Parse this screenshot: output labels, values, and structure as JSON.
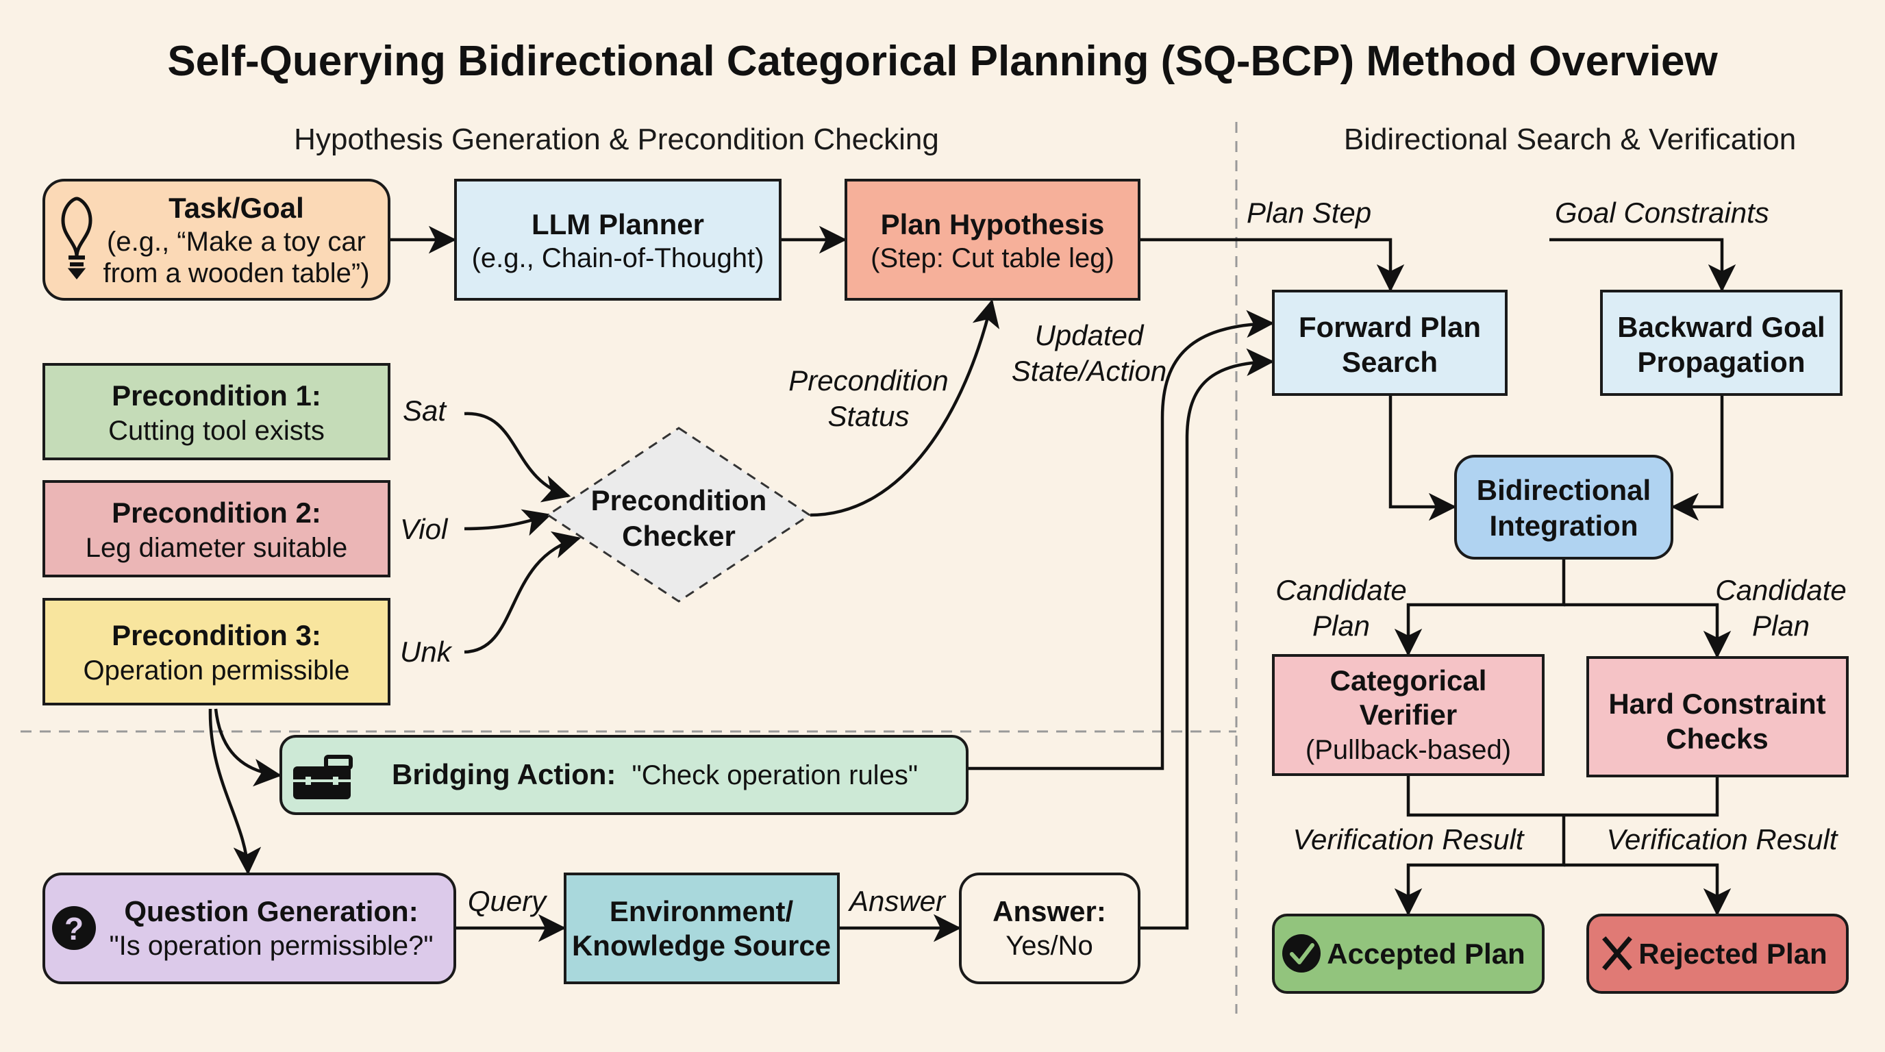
{
  "title": "Self-Querying Bidirectional Categorical Planning (SQ-BCP) Method Overview",
  "sections": {
    "left": "Hypothesis Generation & Precondition Checking",
    "right": "Bidirectional Search & Verification"
  },
  "colors": {
    "background": "#faf2e6",
    "task": "#fbd9b6",
    "planner": "#dcedf6",
    "hypothesis": "#f6b09a",
    "precondition1": "#c5dcb8",
    "precondition2": "#ebb6b6",
    "precondition3": "#f8e59e",
    "checker": "#ebebeb",
    "bridging": "#cde9d6",
    "question": "#dccaea",
    "environment": "#a9d8dc",
    "answer": "#faf2e6",
    "search": "#dcedf6",
    "integration": "#b0d3f1",
    "verifier": "#f5c3c6",
    "accepted": "#92c47d",
    "rejected": "#e07a75"
  },
  "nodes": {
    "task": {
      "title": "Task/Goal",
      "line1": "(e.g., “Make a toy car",
      "line2": "from a wooden table”)",
      "icon": "lightbulb-icon"
    },
    "planner": {
      "title": "LLM Planner",
      "subtitle": "(e.g., Chain-of-Thought)"
    },
    "hypothesis": {
      "title": "Plan Hypothesis",
      "subtitle": "(Step: Cut table leg)"
    },
    "preconditions": [
      {
        "title": "Precondition 1:",
        "subtitle": "Cutting tool exists",
        "edge_label": "Sat"
      },
      {
        "title": "Precondition 2:",
        "subtitle": "Leg diameter suitable",
        "edge_label": "Viol"
      },
      {
        "title": "Precondition 3:",
        "subtitle": "Operation permissible",
        "edge_label": "Unk"
      }
    ],
    "checker": {
      "line1": "Precondition",
      "line2": "Checker"
    },
    "bridging": {
      "bold": "Bridging Action:",
      "text": "\"Check operation rules\"",
      "icon": "toolbox-icon"
    },
    "question": {
      "title": "Question Generation:",
      "subtitle": "\"Is operation permissible?\"",
      "icon": "question-icon"
    },
    "environment": {
      "line1": "Environment/",
      "line2": "Knowledge Source"
    },
    "answer": {
      "title": "Answer:",
      "subtitle": "Yes/No"
    },
    "forward": {
      "line1": "Forward Plan",
      "line2": "Search"
    },
    "backward": {
      "line1": "Backward Goal",
      "line2": "Propagation"
    },
    "integration": {
      "line1": "Bidirectional",
      "line2": "Integration"
    },
    "verifier": {
      "line1": "Categorical",
      "line2": "Verifier",
      "line3": "(Pullback-based)"
    },
    "hard": {
      "line1": "Hard Constraint",
      "line2": "Checks"
    },
    "accepted": {
      "label": "Accepted Plan",
      "icon": "check-circle-icon"
    },
    "rejected": {
      "label": "Rejected Plan",
      "icon": "x-icon"
    }
  },
  "edge_labels": {
    "precondition_status_1": "Precondition",
    "precondition_status_2": "Status",
    "updated_1": "Updated",
    "updated_2": "State/Action",
    "plan_step": "Plan Step",
    "goal_constraints": "Goal Constraints",
    "candidate_left_1": "Candidate",
    "candidate_left_2": "Plan",
    "candidate_right_1": "Candidate",
    "candidate_right_2": "Plan",
    "verification_left": "Verification Result",
    "verification_right": "Verification Result",
    "query": "Query",
    "answer": "Answer"
  }
}
